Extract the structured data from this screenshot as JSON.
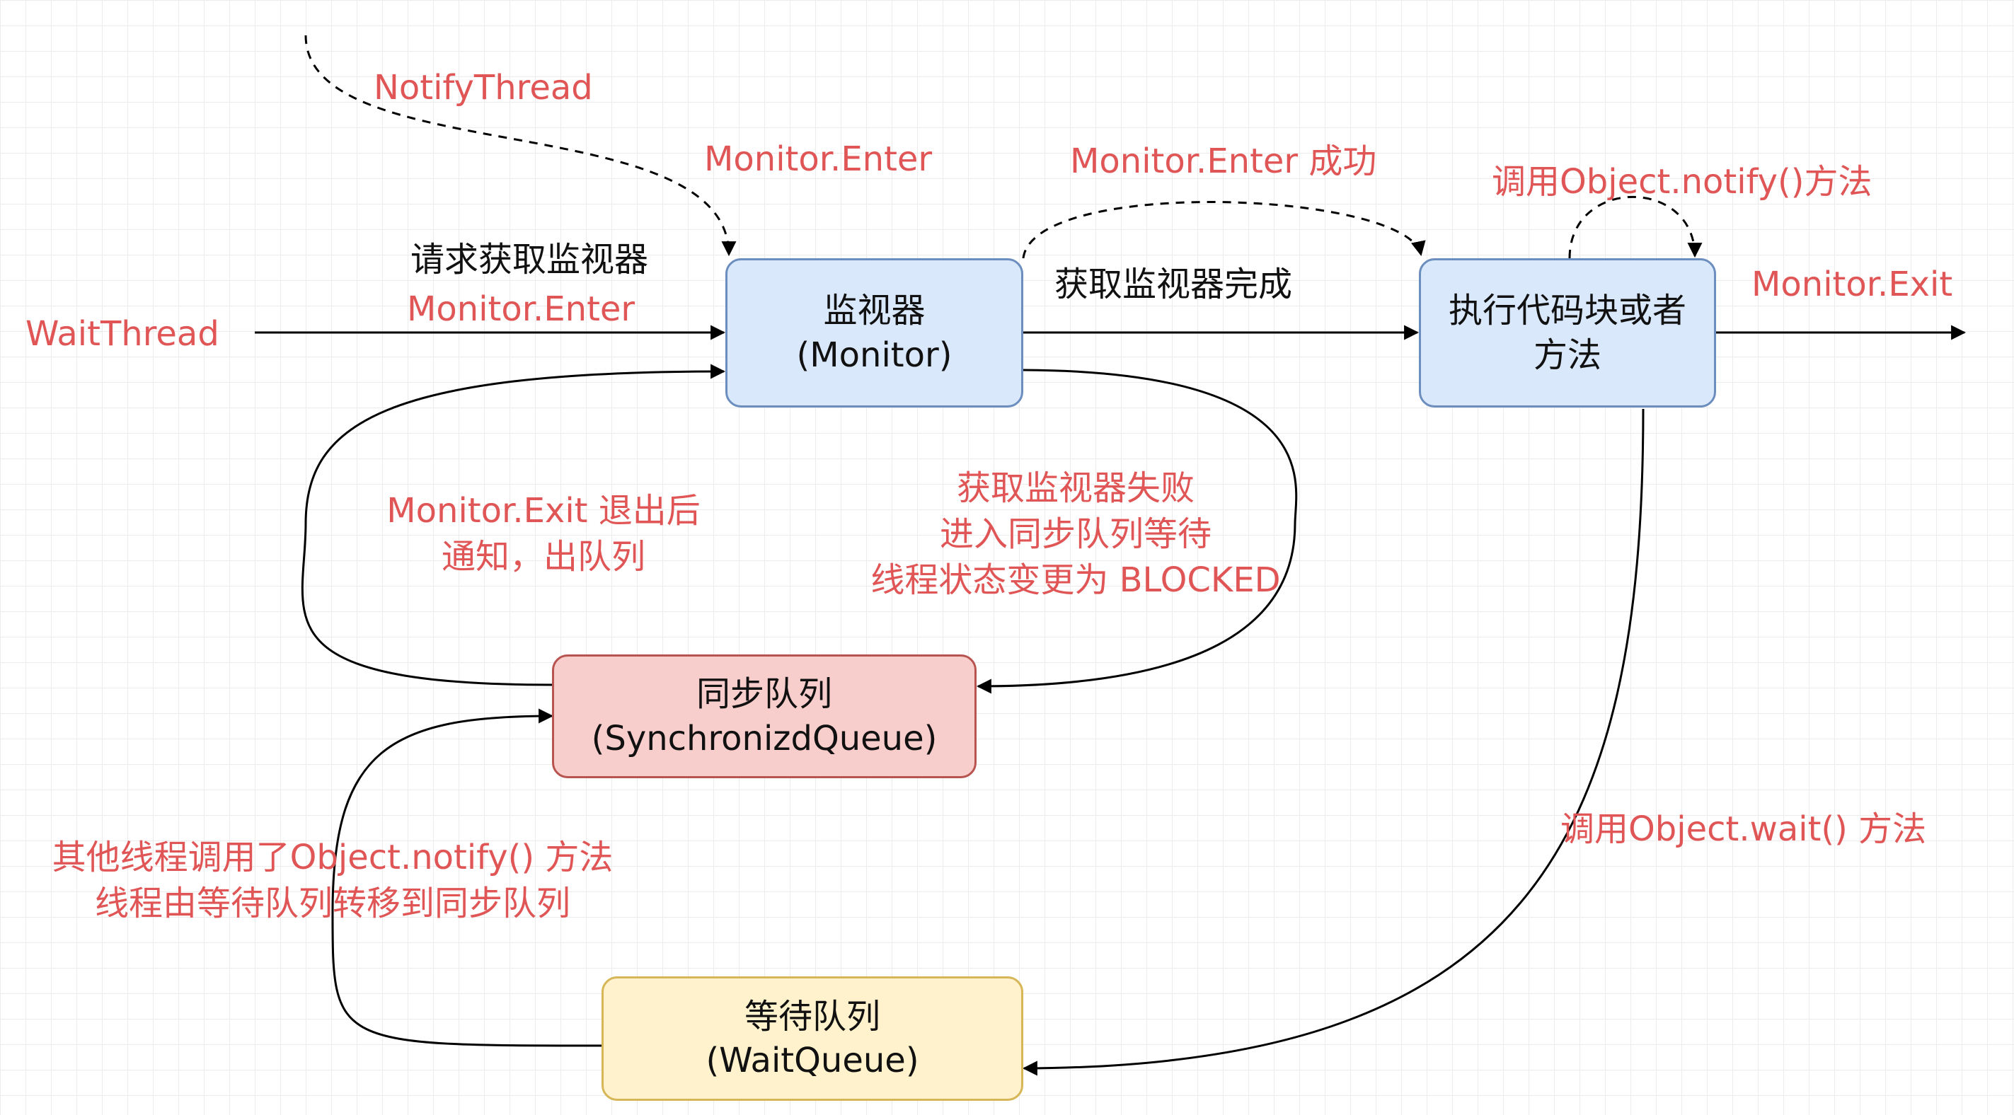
{
  "colors": {
    "label_red": "#e05555",
    "text_black": "#111111",
    "edge": "#000000",
    "blue_fill": "#dae8fc",
    "blue_stroke": "#6c8ebf",
    "red_fill": "#f8cecc",
    "red_stroke": "#b85450",
    "yellow_fill": "#fff2cc",
    "yellow_stroke": "#d6b656"
  },
  "nodes": {
    "monitor": {
      "line1": "监视器",
      "line2": "(Monitor)"
    },
    "execute": {
      "line1": "执行代码块或者",
      "line2": "方法"
    },
    "sync_queue": {
      "line1": "同步队列",
      "line2": "(SynchronizdQueue)"
    },
    "wait_queue": {
      "line1": "等待队列",
      "line2": "(WaitQueue)"
    }
  },
  "labels": {
    "notify_thread": "NotifyThread",
    "monitor_enter_top": "Monitor.Enter",
    "request_monitor": "请求获取监视器",
    "monitor_enter_left": "Monitor.Enter",
    "wait_thread": "WaitThread",
    "enter_success": "Monitor.Enter 成功",
    "acquire_done": "获取监视器完成",
    "call_notify": "调用Object.notify()方法",
    "monitor_exit_right": "Monitor.Exit",
    "exit_notify": {
      "line1": "Monitor.Exit 退出后",
      "line2": "通知，出队列"
    },
    "acquire_fail": {
      "line1": "获取监视器失败",
      "line2": "进入同步队列等待",
      "line3": "线程状态变更为 BLOCKED"
    },
    "other_notify": {
      "line1": "其他线程调用了Object.notify() 方法",
      "line2": "线程由等待队列转移到同步队列"
    },
    "call_wait": "调用Object.wait() 方法"
  }
}
